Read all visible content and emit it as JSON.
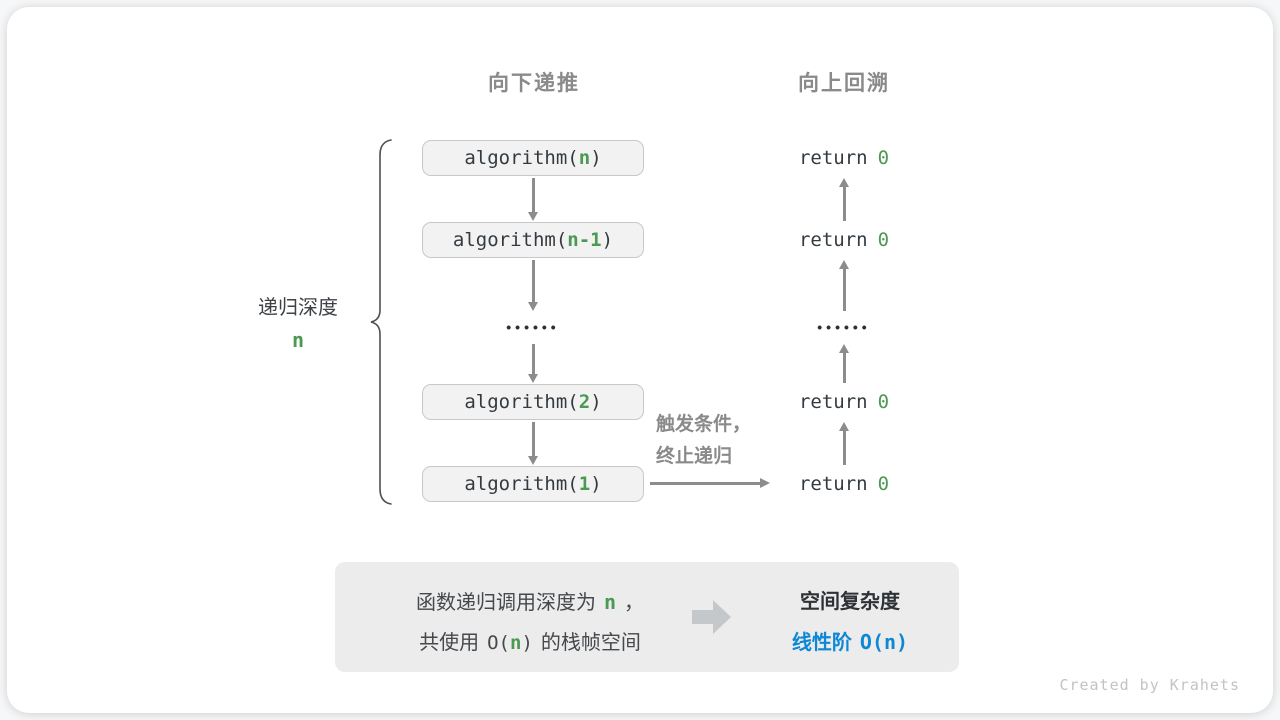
{
  "headers": {
    "descend": "向下递推",
    "backtrack": "向上回溯"
  },
  "depth_label": {
    "text": "递归深度",
    "value": "n"
  },
  "stack": {
    "call_prefix": "algorithm(",
    "call_suffix": ")",
    "rows": [
      {
        "arg": "n"
      },
      {
        "arg": "n-1"
      },
      {
        "arg": "2"
      },
      {
        "arg": "1"
      }
    ],
    "ellipsis": "••••••"
  },
  "returns": {
    "keyword": "return",
    "value": "0",
    "ellipsis": "••••••"
  },
  "base_case_note": {
    "line1": "触发条件，",
    "line2": "终止递归"
  },
  "summary": {
    "line1_pre": "函数递归调用深度为",
    "line1_var": "n",
    "line1_post": "，",
    "line2_pre": "共使用",
    "line2_code_open": "O(",
    "line2_var": "n",
    "line2_code_close": ")",
    "line2_post": "的栈帧空间",
    "right_title": "空间复杂度",
    "right_label": "线性阶",
    "right_code": "O(n)"
  },
  "watermark": "Created by Krahets",
  "colors": {
    "green": "#4c9a52",
    "blue": "#0e87d5",
    "header_gray": "#8a8a8a",
    "arrow_gray": "#8c8c8c",
    "box_fill": "#f2f2f2",
    "box_border": "#c8c8c8",
    "summary_bg": "#ececec"
  }
}
